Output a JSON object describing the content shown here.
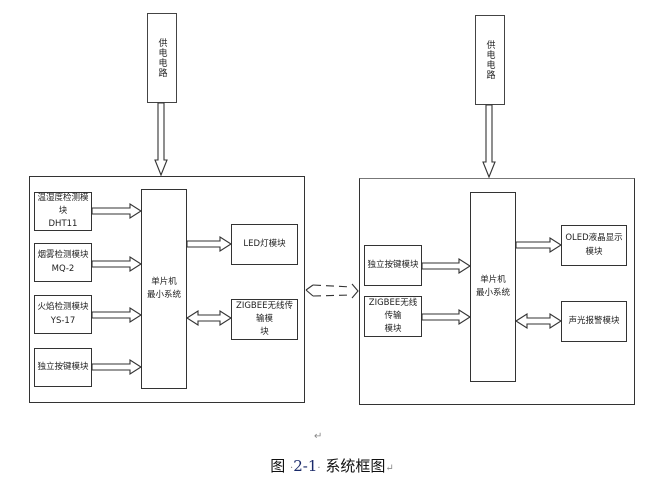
{
  "diagram": {
    "left_board": {
      "power": "供电电路",
      "mcu": "单片机\n最小系统",
      "inputs": [
        {
          "label": "温湿度检测模块\nDHT11"
        },
        {
          "label": "烟雾检测模块\nMQ-2"
        },
        {
          "label": "火焰检测模块\nYS-17"
        },
        {
          "label": "独立按键模块"
        }
      ],
      "outputs": [
        {
          "label": "LED灯模块",
          "arrow": "right"
        },
        {
          "label": "ZIGBEE无线传输模\n块",
          "arrow": "bidirectional"
        }
      ]
    },
    "right_board": {
      "power": "供电电路",
      "mcu": "单片机\n最小系统",
      "inputs": [
        {
          "label": "独立按键模块"
        },
        {
          "label": "ZIGBEE无线传输\n模块"
        }
      ],
      "outputs": [
        {
          "label": "OLED液晶显示模块",
          "arrow": "right"
        },
        {
          "label": "声光报警模块",
          "arrow": "bidirectional"
        }
      ]
    },
    "link": "wireless-dashed-bidirectional"
  },
  "caption": {
    "prefix": "图",
    "number": "2-1",
    "title": "系统框图",
    "mark": "↵"
  },
  "paragraph_mark": "↵"
}
